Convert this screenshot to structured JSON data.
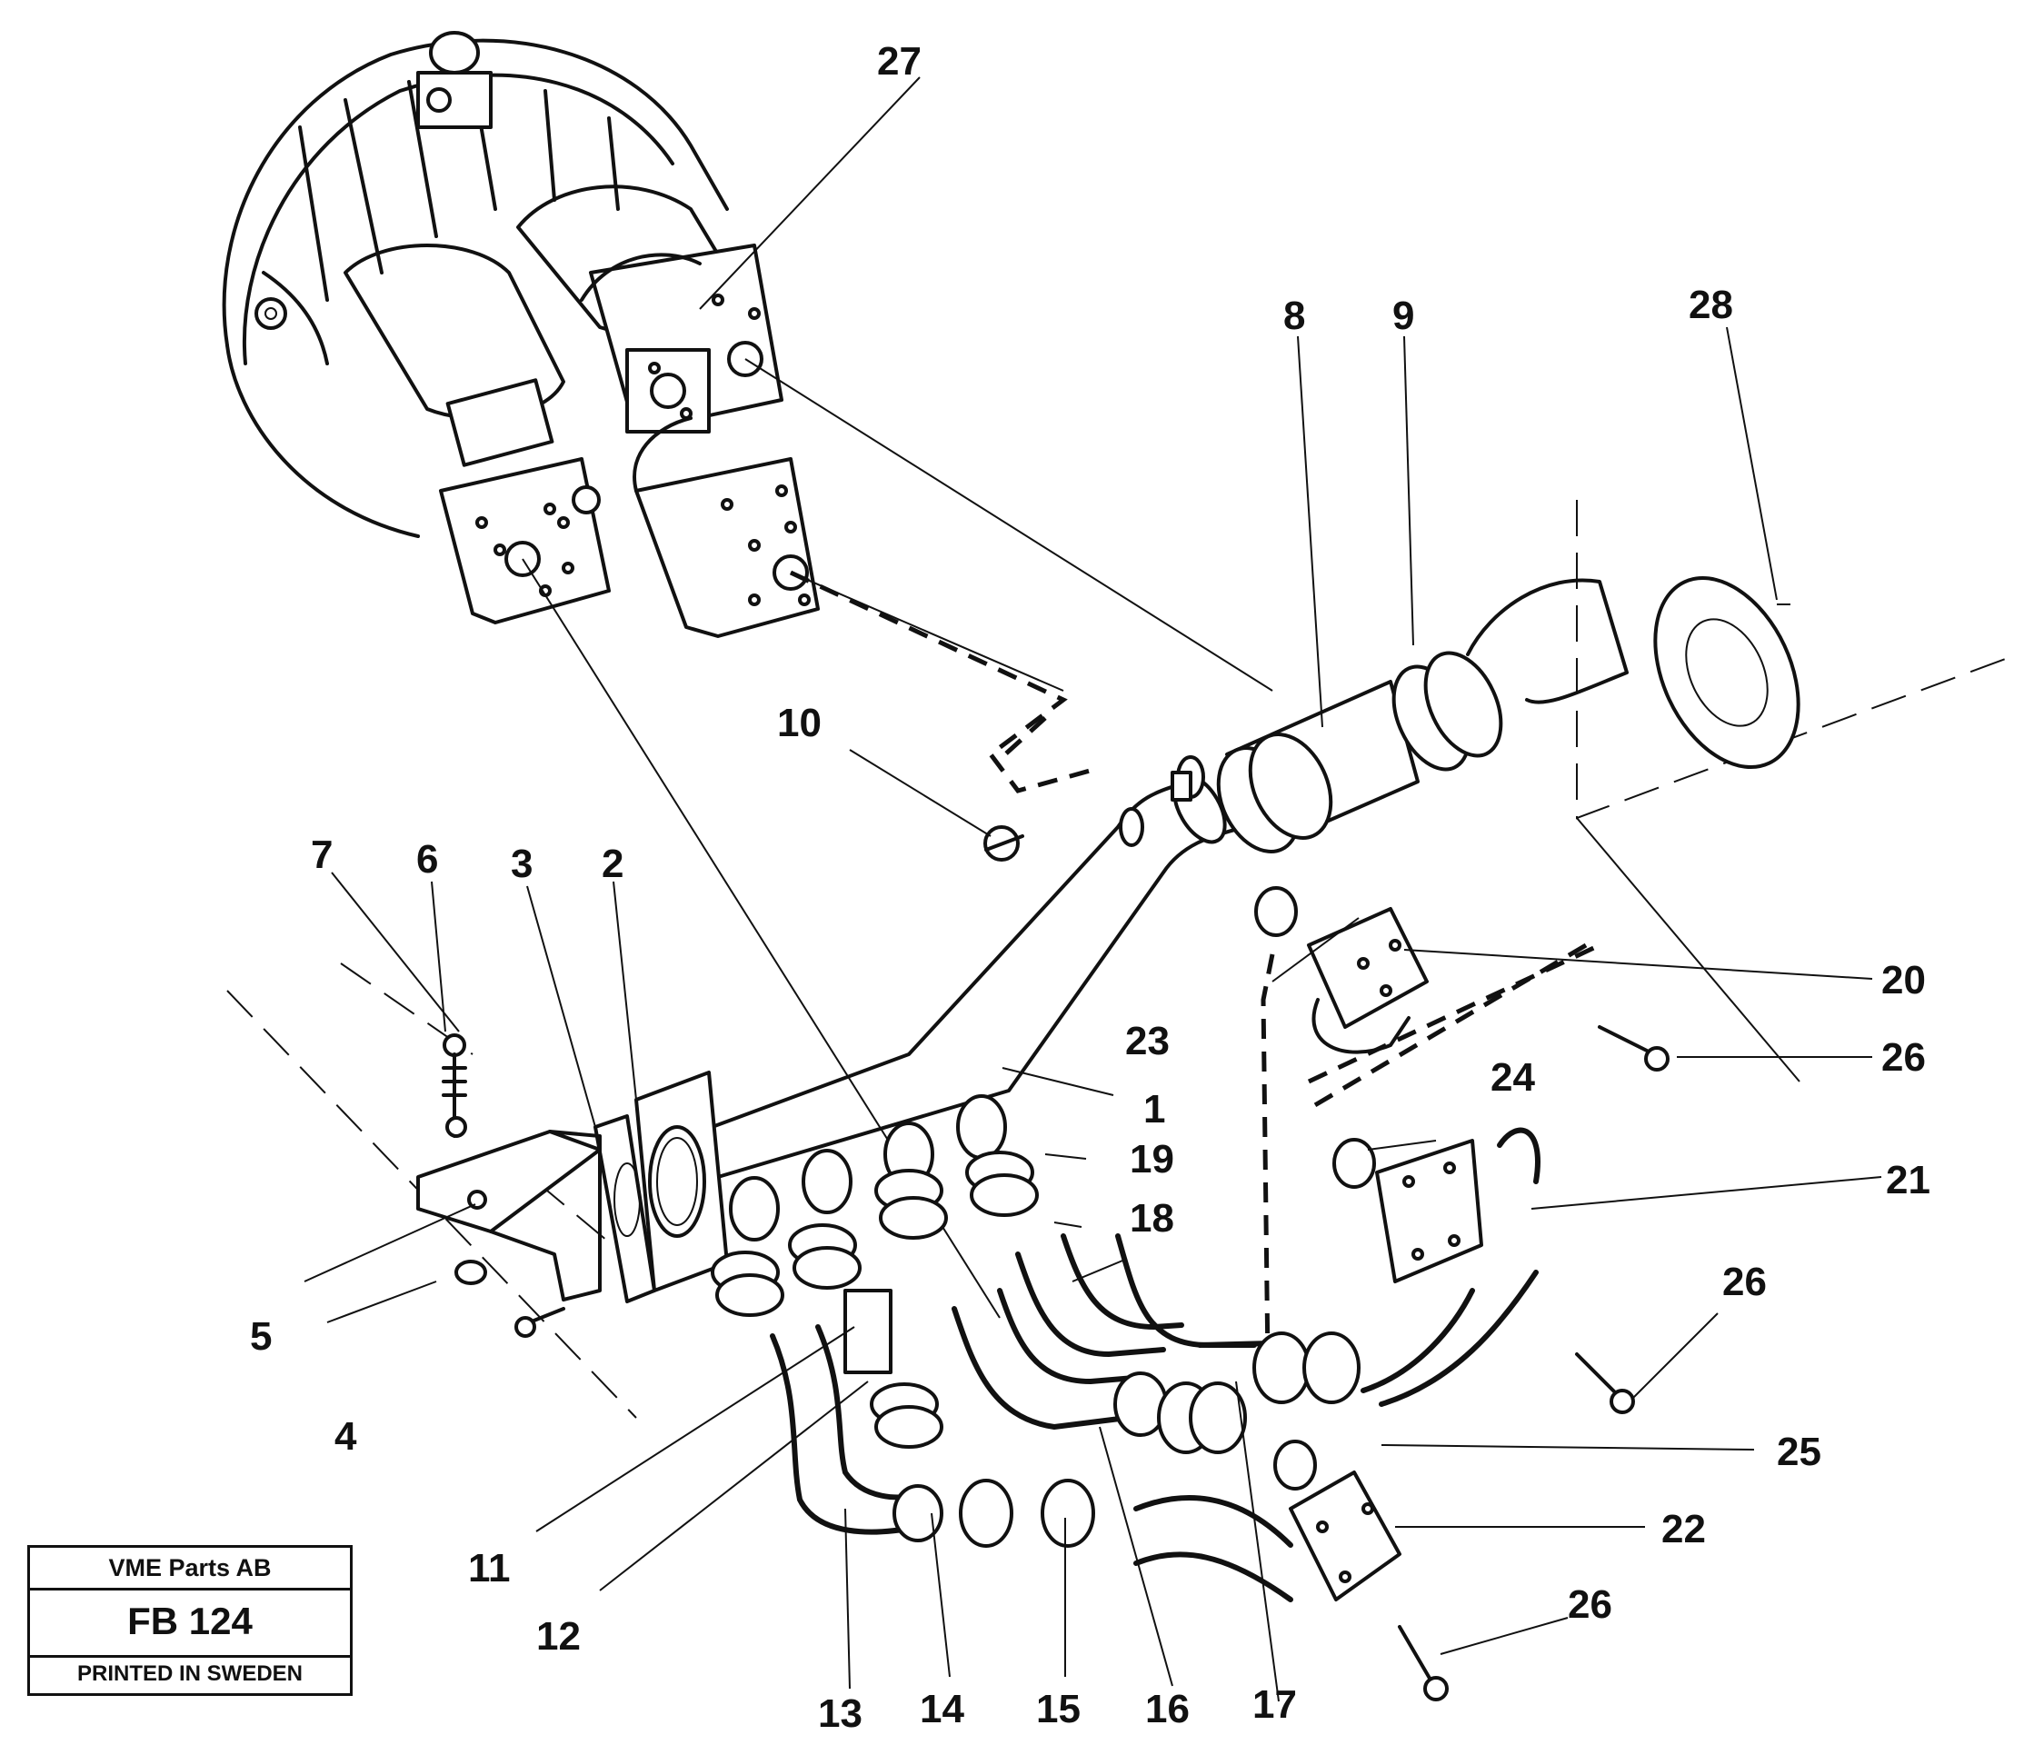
{
  "callouts": {
    "c1": "1",
    "c2": "2",
    "c3": "3",
    "c4": "4",
    "c5": "5",
    "c6": "6",
    "c7": "7",
    "c8": "8",
    "c9": "9",
    "c10": "10",
    "c11": "11",
    "c12": "12",
    "c13": "13",
    "c14": "14",
    "c15": "15",
    "c16": "16",
    "c17": "17",
    "c18": "18",
    "c19": "19",
    "c20": "20",
    "c21": "21",
    "c22": "22",
    "c23": "23",
    "c24": "24",
    "c25": "25",
    "c26a": "26",
    "c26b": "26",
    "c26c": "26",
    "c27": "27",
    "c28": "28"
  },
  "title_block": {
    "company": "VME Parts AB",
    "code": "FB 124",
    "printed": "PRINTED IN SWEDEN"
  }
}
